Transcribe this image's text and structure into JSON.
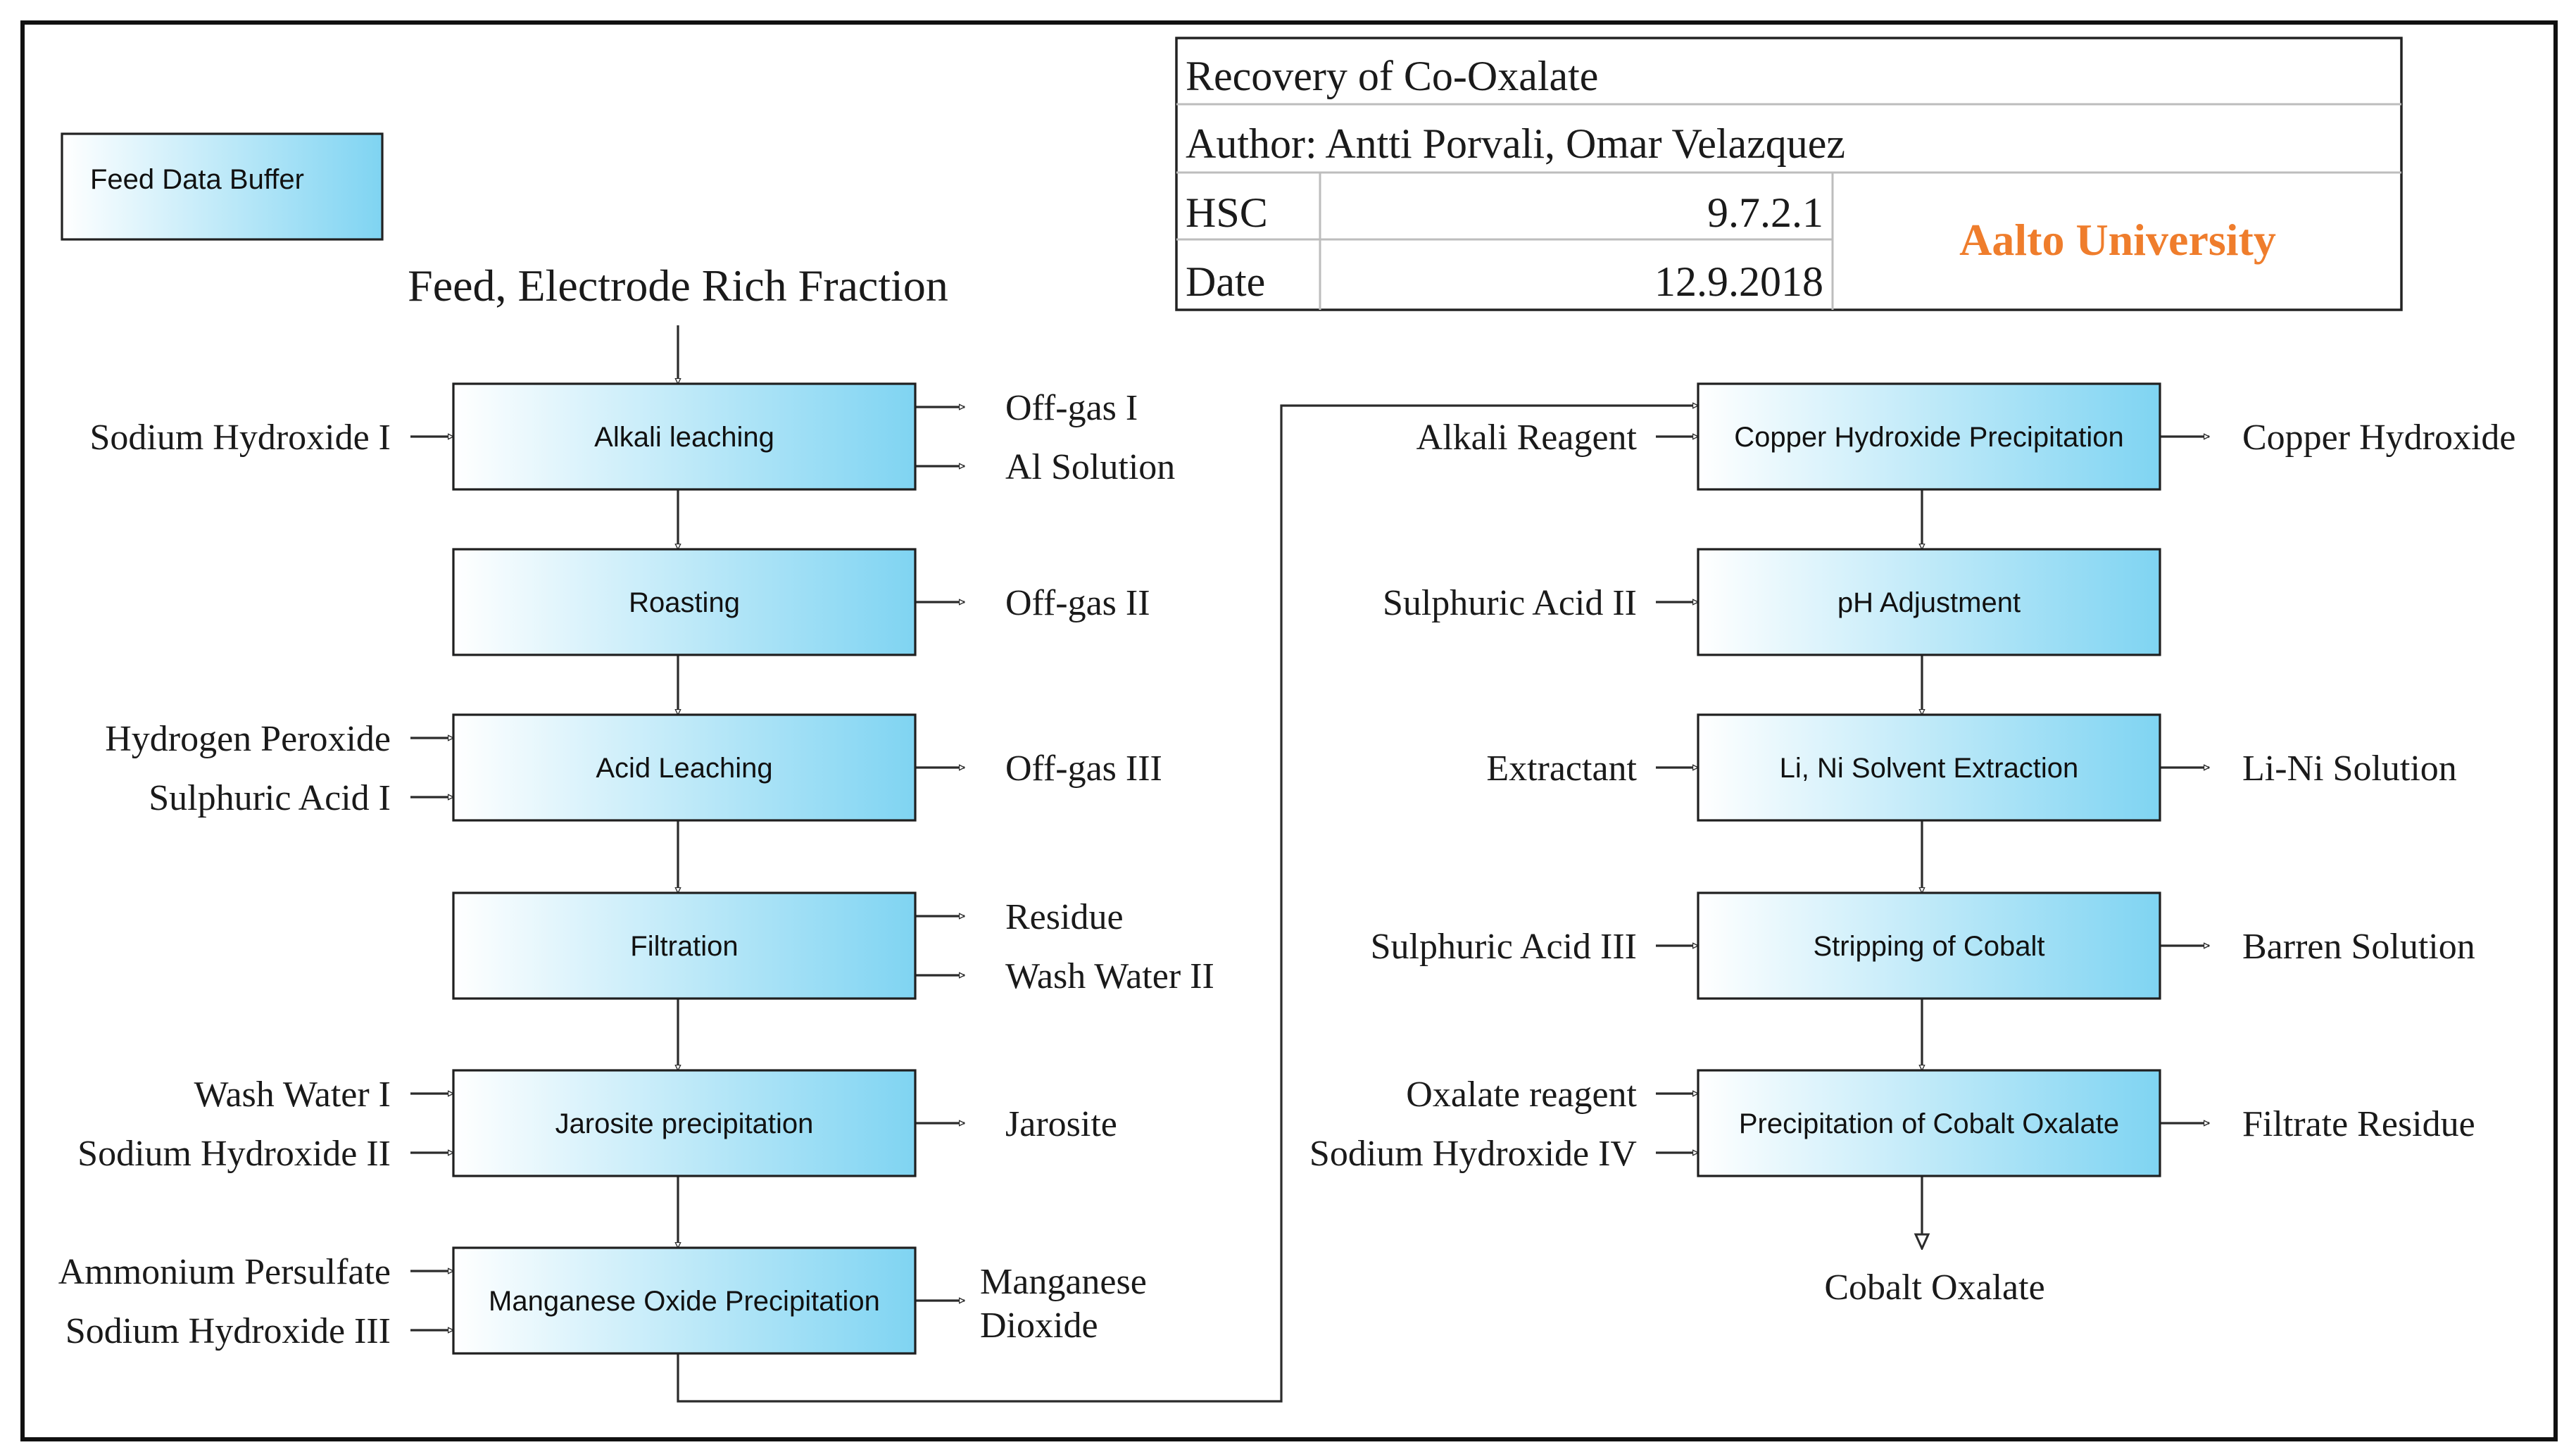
{
  "title_block": {
    "title": "Recovery of Co-Oxalate",
    "author": "Author: Antti Porvali, Omar Velazquez",
    "hsc_label": "HSC",
    "hsc_value": "9.7.2.1",
    "date_label": "Date",
    "date_value": "12.9.2018",
    "org": "Aalto University",
    "org_color": "#ef7d2c"
  },
  "legend": {
    "label": "Feed Data Buffer"
  },
  "feed_label": "Feed, Electrode Rich Fraction",
  "colors": {
    "box_gradient_start": "#ffffff",
    "box_gradient_end": "#7fd4f2",
    "line": "#2b2b2b"
  },
  "left_units": [
    {
      "label": "Alkali leaching",
      "inputs": [
        "Sodium Hydroxide I"
      ],
      "outputs": [
        "Off-gas I",
        "Al Solution"
      ]
    },
    {
      "label": "Roasting",
      "inputs": [],
      "outputs": [
        "Off-gas II"
      ]
    },
    {
      "label": "Acid Leaching",
      "inputs": [
        "Hydrogen Peroxide",
        "Sulphuric Acid I"
      ],
      "outputs": [
        "Off-gas III"
      ]
    },
    {
      "label": "Filtration",
      "inputs": [],
      "outputs": [
        "Residue",
        "Wash Water II"
      ]
    },
    {
      "label": "Jarosite precipitation",
      "inputs": [
        "Wash Water I",
        "Sodium Hydroxide II"
      ],
      "outputs": [
        "Jarosite"
      ]
    },
    {
      "label": "Manganese Oxide Precipitation",
      "inputs": [
        "Ammonium Persulfate",
        "Sodium Hydroxide III"
      ],
      "outputs": [
        "Manganese",
        "Dioxide"
      ]
    }
  ],
  "right_units": [
    {
      "label": "Copper Hydroxide Precipitation",
      "inputs": [
        "Alkali Reagent"
      ],
      "outputs": [
        "Copper Hydroxide"
      ]
    },
    {
      "label": "pH Adjustment",
      "inputs": [
        "Sulphuric Acid II"
      ],
      "outputs": []
    },
    {
      "label": "Li, Ni Solvent Extraction",
      "inputs": [
        "Extractant"
      ],
      "outputs": [
        "Li-Ni Solution"
      ]
    },
    {
      "label": "Stripping of Cobalt",
      "inputs": [
        "Sulphuric Acid III"
      ],
      "outputs": [
        "Barren Solution"
      ]
    },
    {
      "label": "Precipitation of Cobalt Oxalate",
      "inputs": [
        "Oxalate reagent",
        "Sodium Hydroxide IV"
      ],
      "outputs": [
        "Filtrate Residue"
      ]
    }
  ],
  "final_product": "Cobalt Oxalate"
}
